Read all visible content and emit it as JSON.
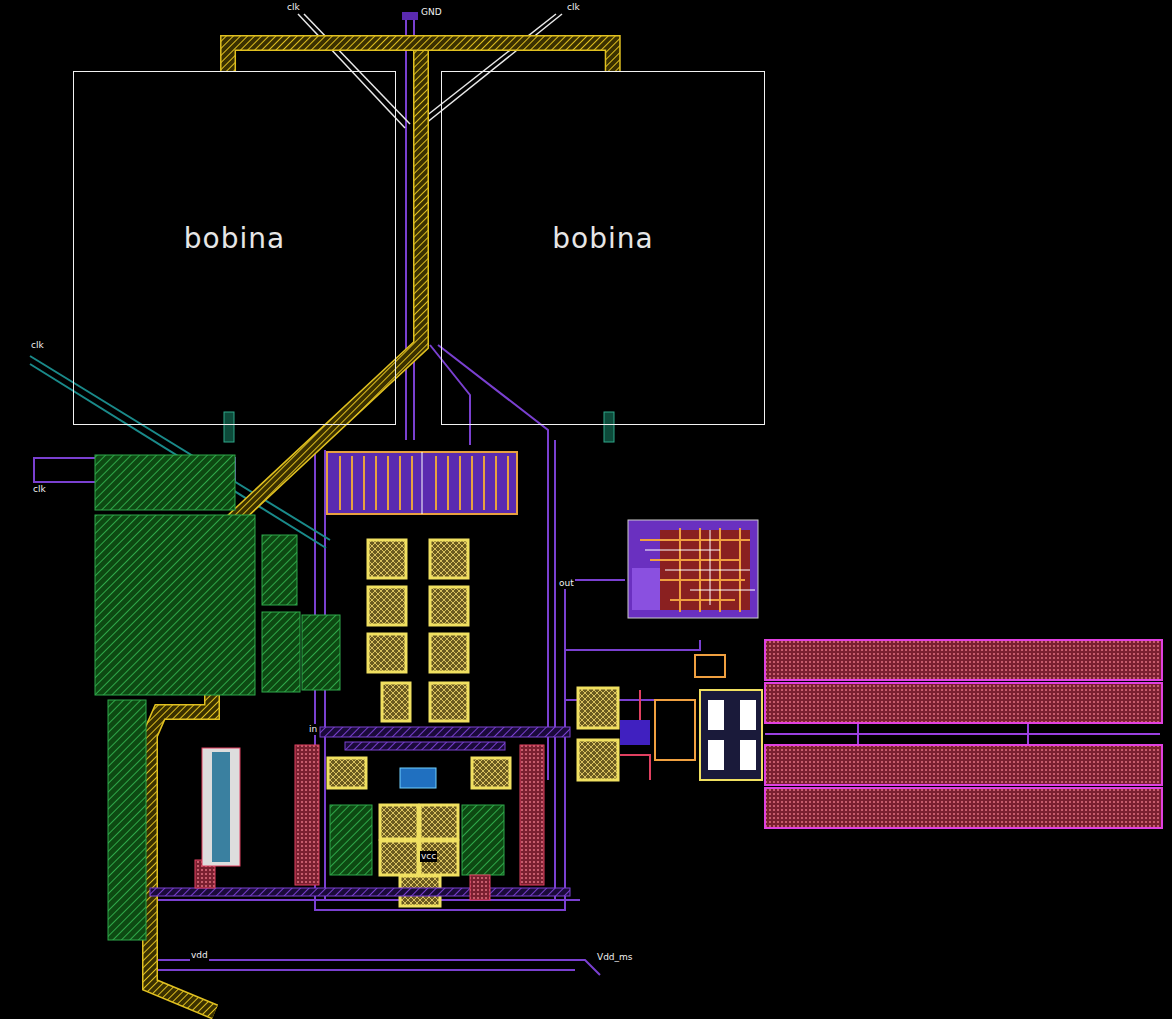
{
  "diagram": {
    "nodes": [
      {
        "text": [
          "bobina"
        ]
      },
      {
        "text": [
          "bobina"
        ]
      }
    ],
    "edges": [
      {
        "from": 0,
        "to": 1,
        "arrow": "none"
      }
    ],
    "labels": [
      "clk",
      "GND",
      "clk",
      "clk",
      "clk",
      "out",
      "in",
      "vcc",
      "vdd",
      "Vdd_ms"
    ]
  }
}
